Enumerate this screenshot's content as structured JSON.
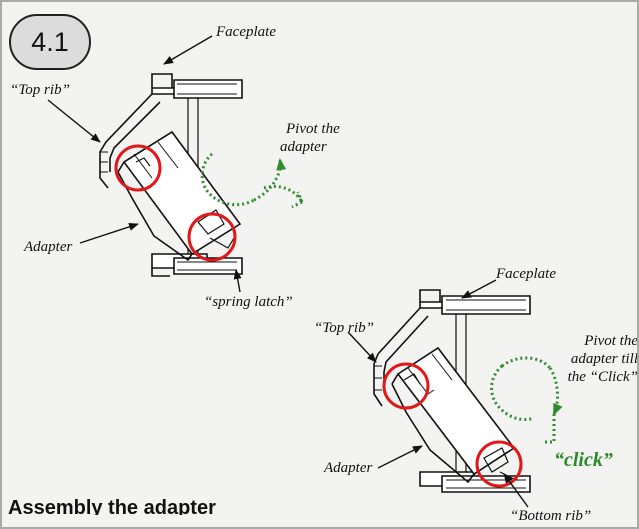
{
  "step": {
    "number": "4.1"
  },
  "upper_diagram": {
    "faceplate_label": "Faceplate",
    "top_rib_label": "“Top rib”",
    "pivot_label_line1": "Pivot the",
    "pivot_label_line2": "adapter",
    "adapter_label": "Adapter",
    "spring_latch_label": "“spring latch”"
  },
  "lower_diagram": {
    "faceplate_label": "Faceplate",
    "top_rib_label": "“Top rib”",
    "pivot_label_line1": "Pivot the",
    "pivot_label_line2": "adapter till",
    "pivot_label_line3": "the “Click”",
    "click_label": "“click”",
    "adapter_label": "Adapter",
    "bottom_rib_label": "“Bottom rib”"
  },
  "caption": "Assembly the adapter",
  "colors": {
    "frame_border": "#a9a9a9",
    "background": "#f3f3f1",
    "highlight_circle": "#e01818",
    "pivot_arrow": "#2e8b2e",
    "line_art": "#111111"
  }
}
